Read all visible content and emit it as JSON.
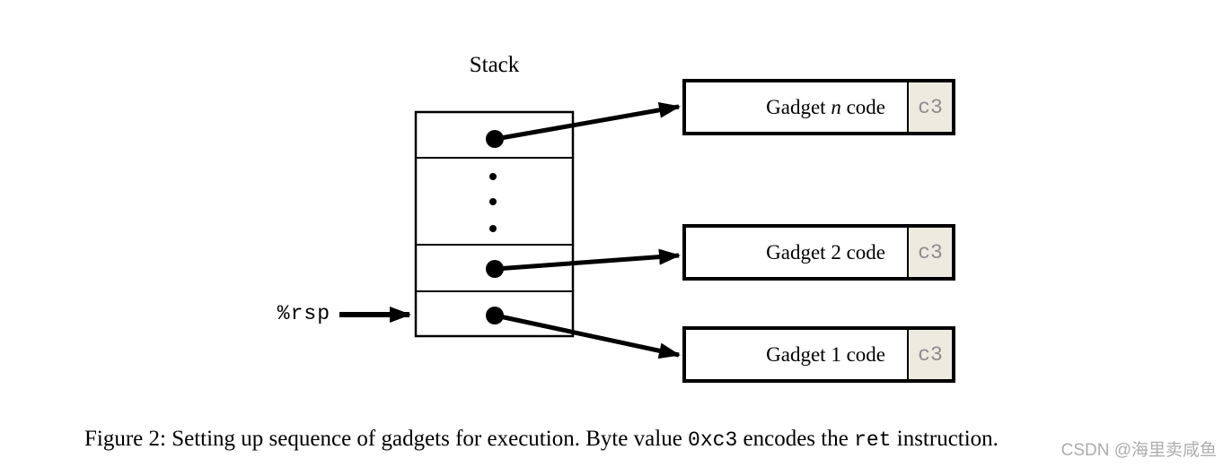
{
  "diagram": {
    "stack_label": "Stack",
    "rsp_label": "%rsp",
    "gadgets": [
      {
        "prefix": "Gadget ",
        "index": "n",
        "suffix": " code",
        "byte": "c3"
      },
      {
        "prefix": "Gadget ",
        "index": "2",
        "suffix": " code",
        "byte": "c3"
      },
      {
        "prefix": "Gadget ",
        "index": "1",
        "suffix": " code",
        "byte": "c3"
      }
    ],
    "colors": {
      "ink": "#000000",
      "byte_cell_bg": "#edeae0",
      "byte_text": "#8c8c8c",
      "watermark": "#adadad"
    }
  },
  "caption": {
    "text_1": "Figure 2: Setting up sequence of gadgets for execution. Byte value ",
    "code_1": "0xc3",
    "text_2": " encodes the ",
    "code_2": "ret",
    "text_3": " instruction."
  },
  "watermark": "CSDN @海里卖咸鱼"
}
